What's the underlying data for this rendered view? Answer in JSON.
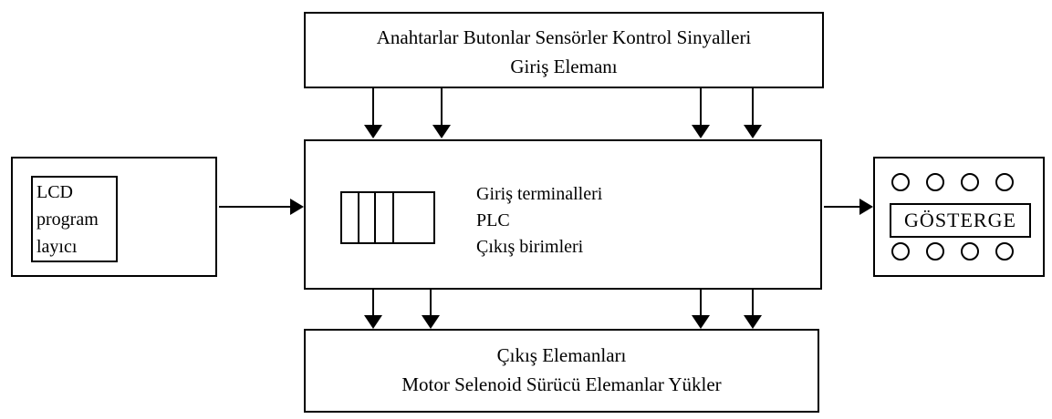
{
  "colors": {
    "line": "#000000",
    "background": "#ffffff",
    "text": "#000000"
  },
  "boxes": {
    "input_box": {
      "line1": "Anahtarlar Butonlar Sensörler Kontrol Sinyalleri",
      "line2": "Giriş Elemanı"
    },
    "plc_box": {
      "line1": "Giriş terminalleri",
      "line2": "PLC",
      "line3": "Çıkış birimleri"
    },
    "programmer_box": {
      "line1": "LCD",
      "line2": "program",
      "line3": "layıcı"
    },
    "display_box": {
      "label": "GÖSTERGE"
    },
    "output_box": {
      "line1": "Çıkış Elemanları",
      "line2": "Motor Selenoid Sürücü Elemanlar Yükler"
    }
  },
  "icons": {
    "plc_module": "plc-module-icon",
    "indicator_light": "indicator-light-icon",
    "arrow": "arrow-icon"
  }
}
